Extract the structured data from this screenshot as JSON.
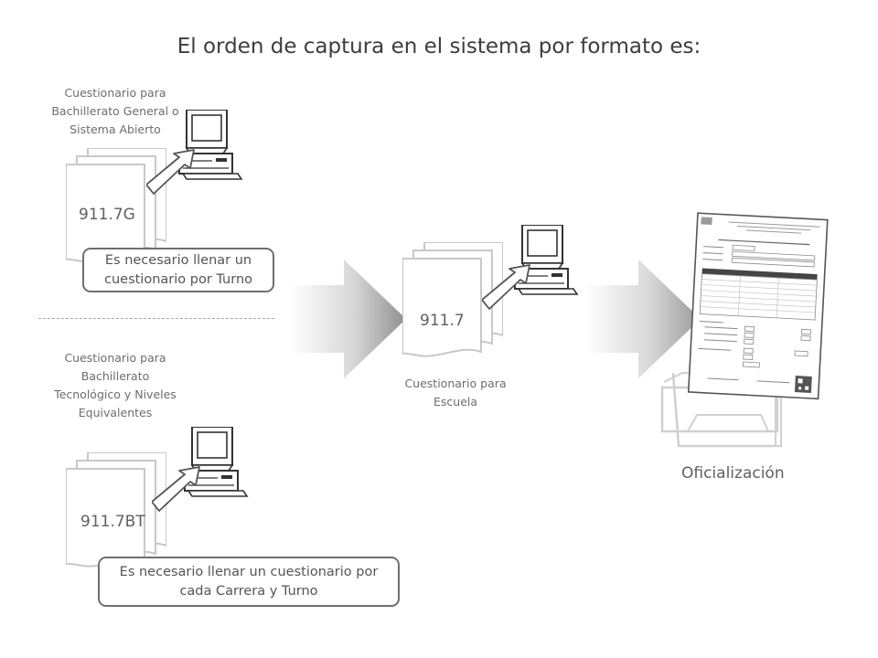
{
  "title": "El orden de captura en el sistema por formato es:",
  "bachillerato_general": {
    "caption": "Cuestionario para\nBachillerato General o\nSistema Abierto",
    "form_code": "911.7G",
    "note": "Es necesario llenar un\ncuestionario por Turno"
  },
  "bachillerato_tecnologico": {
    "caption": "Cuestionario para\nBachillerato\nTecnológico y Niveles\nEquivalentes",
    "form_code": "911.7BT",
    "note": "Es necesario llenar un cuestionario por\ncada Carrera y Turno"
  },
  "escuela": {
    "form_code": "911.7",
    "caption": "Cuestionario para\nEscuela"
  },
  "oficializacion": {
    "label": "Oficialización"
  }
}
